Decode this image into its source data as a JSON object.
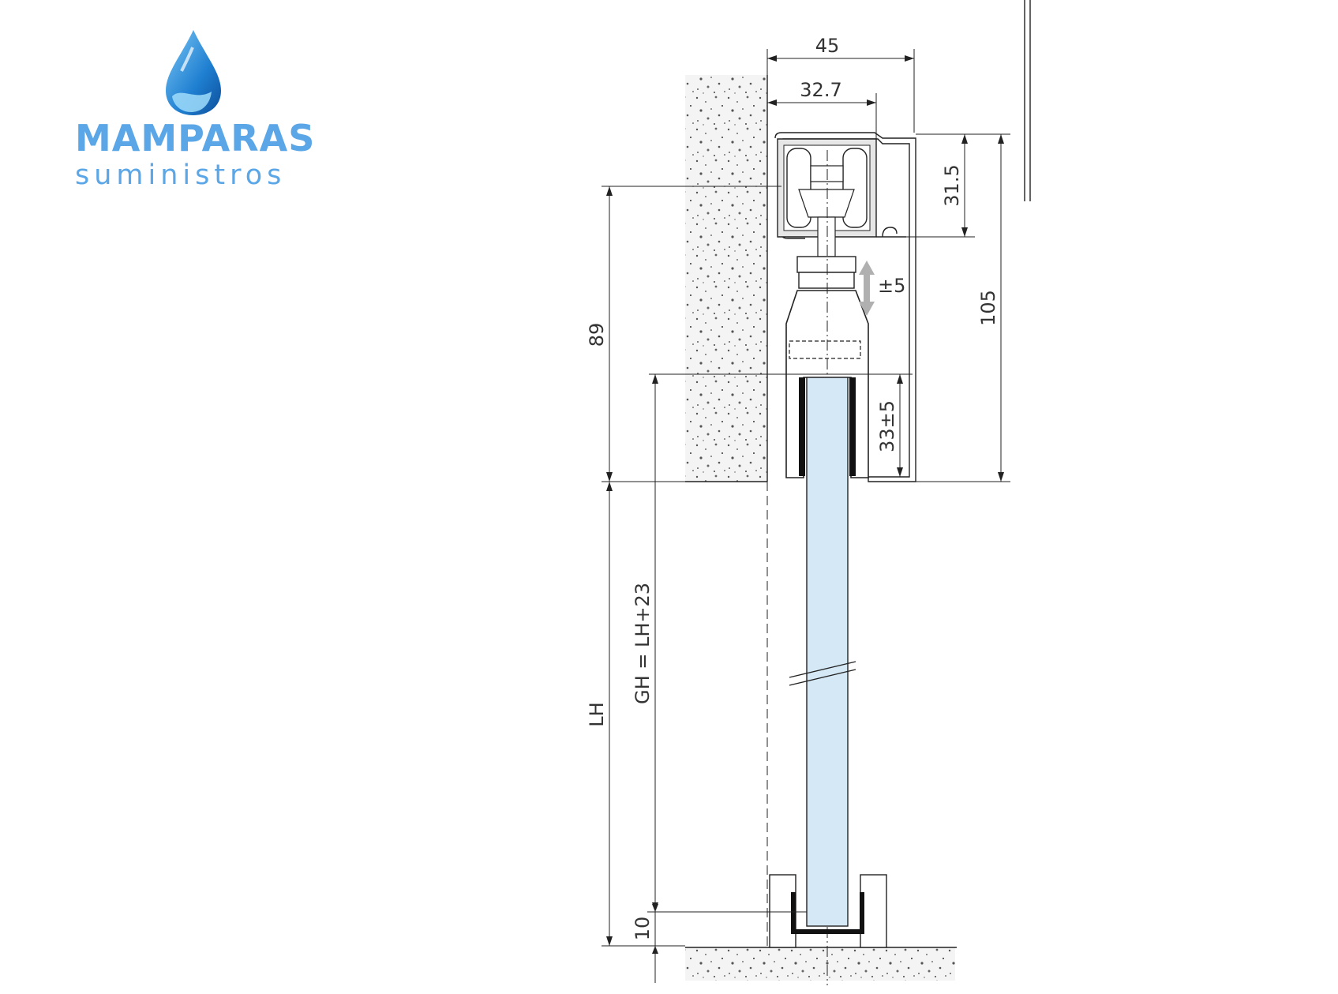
{
  "brand": {
    "title": "MAMPARAS",
    "subtitle": "suministros",
    "color": "#5aa6e6",
    "icon": "water-drop-icon"
  },
  "dimensions": {
    "width_total": "45",
    "width_rail": "32.7",
    "rail_height": "31.5",
    "total_height": "105",
    "adjust": "±5",
    "hanger_height": "89",
    "glass_insert": "33±5",
    "glass_height": "GH = LH+23",
    "light_height": "LH",
    "floor_gap": "10"
  },
  "colors": {
    "glass": "#d4e8f6",
    "arrow": "#b0b0b0"
  }
}
